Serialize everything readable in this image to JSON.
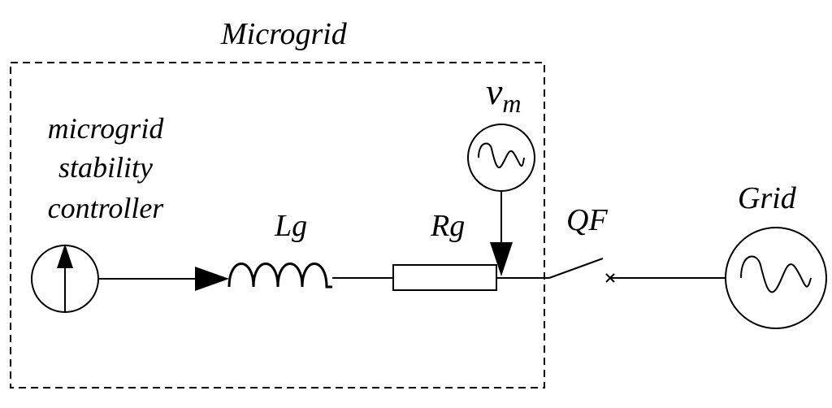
{
  "boundary": {
    "label": "Microgrid"
  },
  "controller": {
    "label_lines": [
      "microgrid",
      "stability",
      "controller"
    ],
    "icon": "current-source-icon"
  },
  "inductor": {
    "label": "Lg",
    "icon": "inductor-coil-icon"
  },
  "resistor": {
    "label": "Rg",
    "icon": "resistor-icon"
  },
  "voltage_source": {
    "label_main": "v",
    "label_sub": "m",
    "icon": "ac-source-icon"
  },
  "breaker": {
    "label": "QF",
    "icon": "switch-icon"
  },
  "grid": {
    "label": "Grid",
    "icon": "ac-source-icon"
  }
}
